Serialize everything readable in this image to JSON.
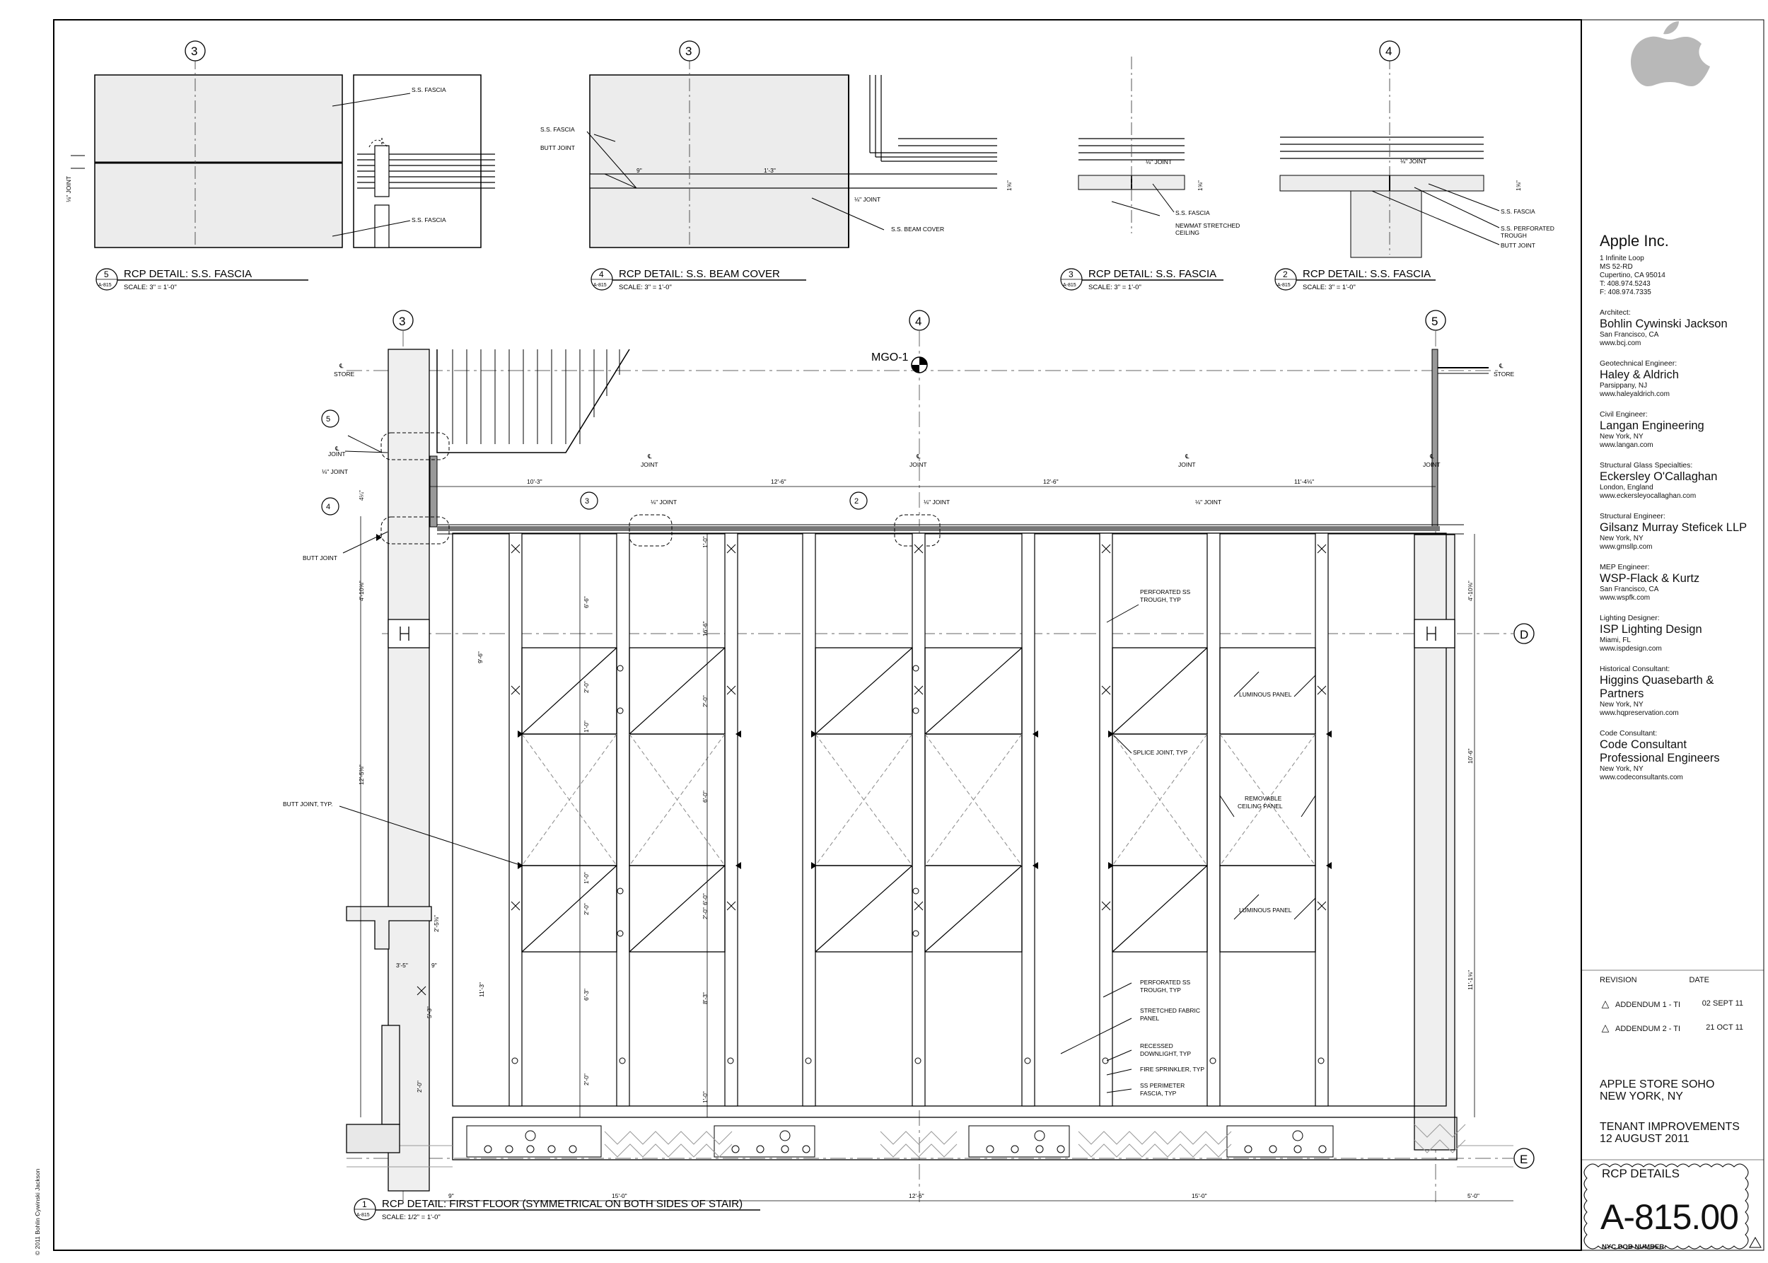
{
  "sheet": {
    "sheet_title": "RCP DETAILS",
    "sheet_number": "A-815.00",
    "dob_label": "NYC DOB NUMBER:",
    "copyright": "© 2011 Bohlin Cywinski Jackson",
    "project": [
      "APPLE STORE SOHO",
      "NEW YORK, NY"
    ],
    "phase": [
      "TENANT IMPROVEMENTS",
      "12 AUGUST 2011"
    ]
  },
  "owner": {
    "name": "Apple Inc.",
    "address": [
      "1 Infinite Loop",
      "MS 52-RD",
      "Cupertino, CA 95014",
      "T: 408.974.5243",
      "F: 408.974.7335"
    ]
  },
  "consultants": [
    {
      "role": "Architect:",
      "name": [
        "Bohlin Cywinski Jackson"
      ],
      "details": [
        "San Francisco, CA",
        "www.bcj.com"
      ]
    },
    {
      "role": "Geotechnical Engineer:",
      "name": [
        "Haley & Aldrich"
      ],
      "details": [
        "Parsippany, NJ",
        "www.haleyaldrich.com"
      ]
    },
    {
      "role": "Civil Engineer:",
      "name": [
        "Langan Engineering"
      ],
      "details": [
        "New York, NY",
        "www.langan.com"
      ]
    },
    {
      "role": "Structural Glass Specialties:",
      "name": [
        "Eckersley O'Callaghan"
      ],
      "details": [
        "London, England",
        "www.eckersleyocallaghan.com"
      ]
    },
    {
      "role": "Structural Engineer:",
      "name": [
        "Gilsanz Murray Steficek LLP"
      ],
      "details": [
        "New York, NY",
        "www.gmsllp.com"
      ]
    },
    {
      "role": "MEP Engineer:",
      "name": [
        "WSP-Flack & Kurtz"
      ],
      "details": [
        "San Francisco, CA",
        "www.wspfk.com"
      ]
    },
    {
      "role": "Lighting Designer:",
      "name": [
        "ISP Lighting Design"
      ],
      "details": [
        "Miami, FL",
        "www.ispdesign.com"
      ]
    },
    {
      "role": "Historical Consultant:",
      "name": [
        "Higgins Quasebarth & Partners"
      ],
      "details": [
        "New York, NY",
        "www.hqpreservation.com"
      ]
    },
    {
      "role": "Code Consultant:",
      "name": [
        "Code Consultant",
        "Professional Engineers"
      ],
      "details": [
        "New York, NY",
        "www.codeconsultants.com"
      ]
    }
  ],
  "revisions": {
    "header_revision": "REVISION",
    "header_date": "DATE",
    "items": [
      {
        "num": "1",
        "label": "ADDENDUM 1 - TI",
        "date": "02 SEPT 11"
      },
      {
        "num": "2",
        "label": "ADDENDUM 2 - TI",
        "date": "21 OCT 11"
      }
    ]
  },
  "details": [
    {
      "num": "5",
      "ref": "A-815",
      "title": "RCP DETAIL: S.S. FASCIA",
      "scale": "SCALE:  3\" = 1'-0\""
    },
    {
      "num": "4",
      "ref": "A-815",
      "title": "RCP DETAIL: S.S. BEAM COVER",
      "scale": "SCALE:  3\" = 1'-0\""
    },
    {
      "num": "3",
      "ref": "A-815",
      "title": "RCP DETAIL: S.S. FASCIA",
      "scale": "SCALE:  3\" = 1'-0\""
    },
    {
      "num": "2",
      "ref": "A-815",
      "title": "RCP DETAIL: S.S. FASCIA",
      "scale": "SCALE:  3\" = 1'-0\""
    },
    {
      "num": "1",
      "ref": "A-815",
      "title": "RCP DETAIL: FIRST FLOOR (SYMMETRICAL ON BOTH SIDES OF STAIR)",
      "scale": "SCALE:  1/2\" = 1'-0\""
    }
  ],
  "gridlines": {
    "top_details": [
      "3",
      "3",
      "4"
    ],
    "plan": [
      "3",
      "4",
      "5"
    ],
    "rows": [
      "D",
      "E"
    ]
  },
  "detail_notes": {
    "d5": [
      "S.S. FASCIA",
      "S.S. FASCIA",
      "⅛\" JOINT"
    ],
    "d4": [
      "S.S. FASCIA",
      "BUTT JOINT",
      "9\"",
      "1'-3\"",
      "⅛\" JOINT",
      "S.S. BEAM COVER",
      "1⅝\""
    ],
    "d3": [
      "⅛\" JOINT",
      "S.S. FASCIA",
      "NEWMAT STRETCHED",
      "CEILING",
      "1⅝\""
    ],
    "d2": [
      "⅛\" JOINT",
      "S.S. FASCIA",
      "S.S. PERFORATED",
      "TROUGH",
      "BUTT JOINT",
      "1⅝\""
    ]
  },
  "plan": {
    "mgo": "MGO-1",
    "store_cl": [
      "℄",
      "STORE"
    ],
    "joint_cl": [
      "℄",
      "JOINT"
    ],
    "joint_labels": [
      "⅛\" JOINT",
      "BUTT JOINT",
      "⅛\" JOINT",
      "⅛\" JOINT",
      "⅛\" JOINT"
    ],
    "top_dims": [
      "10'-3\"",
      "12'-6\"",
      "12'-6\"",
      "11'-4⅛\""
    ],
    "bottom_dims": [
      "9\"",
      "15'-0\"",
      "12'-6\"",
      "15'-0\"",
      "5'-0\""
    ],
    "left_dims": [
      "4¼\"",
      "4'-10⅝\"",
      "9'-6\"",
      "12'-5⅜\"",
      "2'-5⅜\"",
      "3'-5\"",
      "9\"",
      "5'-3\"",
      "11'-3\"",
      "2'-0\""
    ],
    "right_dims": [
      "4'-10⅝\"",
      "10'-6\"",
      "11'-1⅝\""
    ],
    "inner_dims": [
      "6'-6\"",
      "2'-0\"",
      "1'-0\"",
      "6'-0\"",
      "1'-0\"",
      "2'-0\"",
      "6'-3\"",
      "2'-0\"",
      "1'-0\"",
      "16'-6\"",
      "2'-0\"",
      "6'-0\"",
      "2'-0\"",
      "8'-3\"",
      "1'-0\""
    ],
    "notes": {
      "butt_joint_typ": "BUTT JOINT, TYP.",
      "perforated_trough": [
        "PERFORATED SS",
        "TROUGH, TYP"
      ],
      "luminous_panel": "LUMINOUS PANEL",
      "splice_joint": "SPLICE JOINT, TYP",
      "removable_ceiling": [
        "REMOVABLE",
        "CEILING PANEL"
      ],
      "stretched_fabric": [
        "STRETCHED FABRIC",
        "PANEL"
      ],
      "recessed_downlight": [
        "RECESSED",
        "DOWNLIGHT, TYP"
      ],
      "fire_sprinkler": "FIRE SPRINKLER, TYP",
      "ss_perimeter": [
        "SS PERIMETER",
        "FASCIA, TYP"
      ]
    }
  }
}
